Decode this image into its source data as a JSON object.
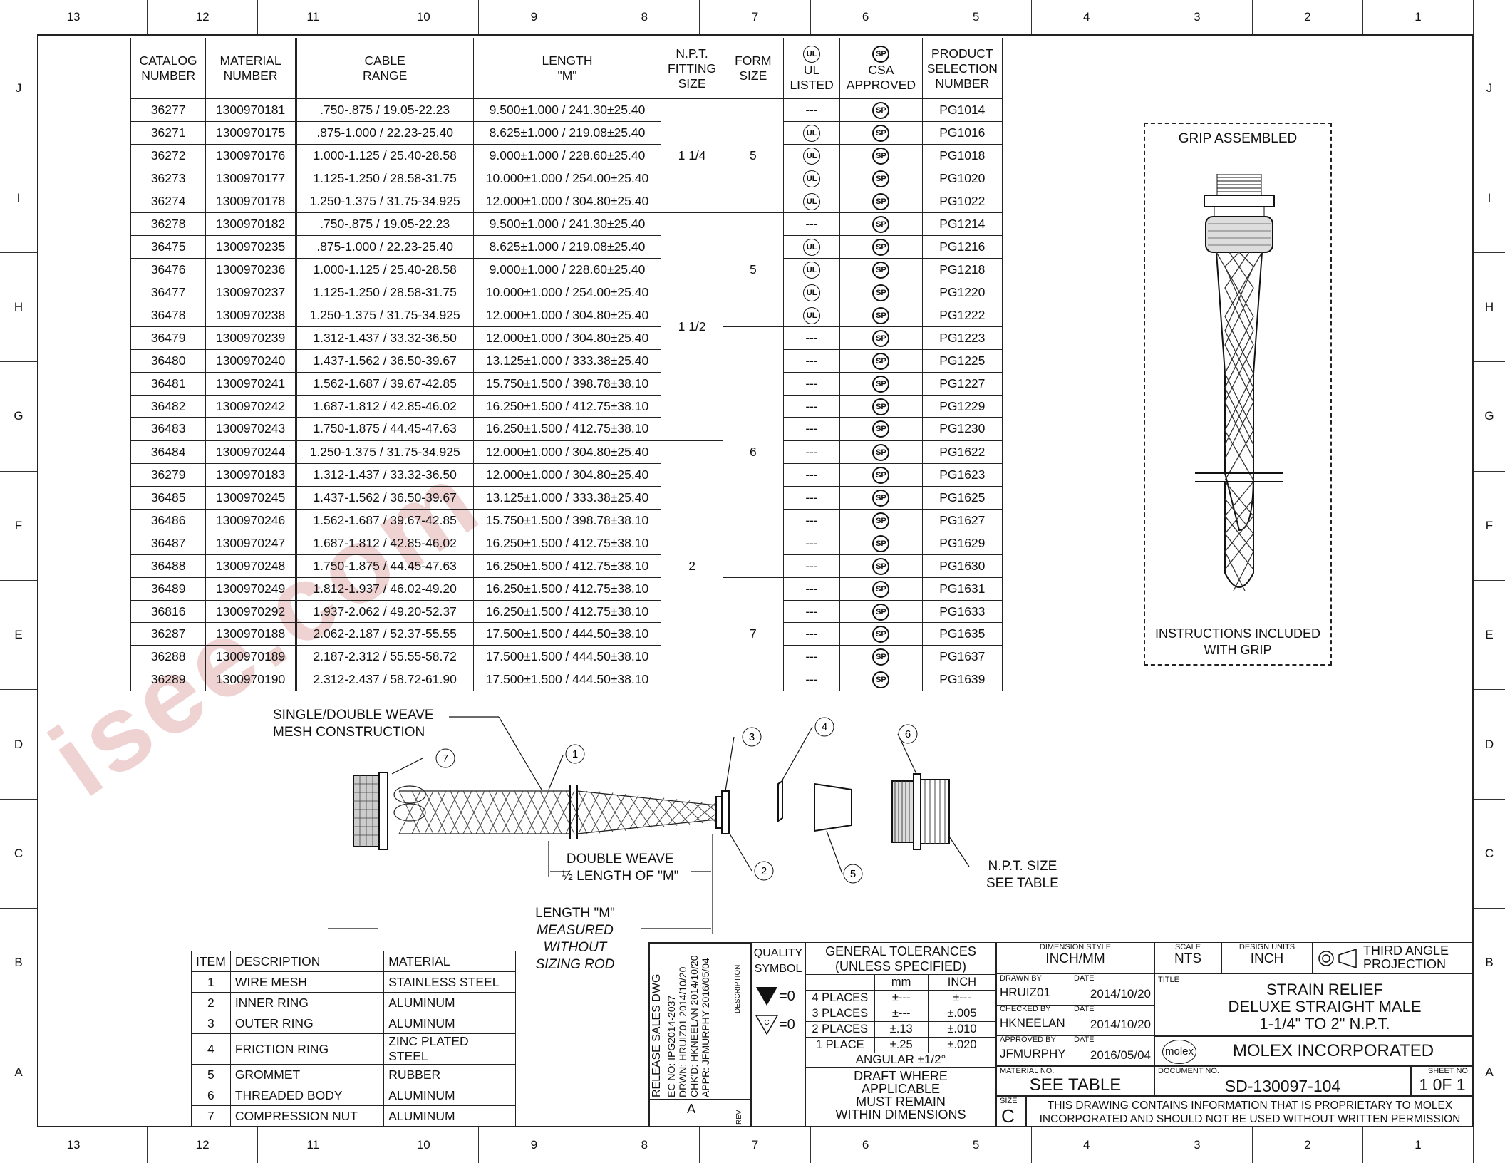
{
  "zones": {
    "columns": [
      "13",
      "12",
      "11",
      "10",
      "9",
      "8",
      "7",
      "6",
      "5",
      "4",
      "3",
      "2",
      "1"
    ],
    "rows": [
      "J",
      "I",
      "H",
      "G",
      "F",
      "E",
      "D",
      "C",
      "B",
      "A"
    ]
  },
  "catalog": {
    "headers": [
      "CATALOG NUMBER",
      "MATERIAL NUMBER",
      "CABLE RANGE",
      "LENGTH \"M\"",
      "N.P.T. FITTING SIZE",
      "FORM SIZE",
      "UL LISTED",
      "CSA APPROVED",
      "PRODUCT SELECTION NUMBER"
    ],
    "rows": [
      [
        "36277",
        "1300970181",
        ".750-.875 / 19.05-22.23",
        "9.500±1.000 / 241.30±25.40",
        "---",
        "PG1014"
      ],
      [
        "36271",
        "1300970175",
        ".875-1.000 / 22.23-25.40",
        "8.625±1.000 / 219.08±25.40",
        "UL",
        "PG1016"
      ],
      [
        "36272",
        "1300970176",
        "1.000-1.125 / 25.40-28.58",
        "9.000±1.000 / 228.60±25.40",
        "UL",
        "PG1018"
      ],
      [
        "36273",
        "1300970177",
        "1.125-1.250 / 28.58-31.75",
        "10.000±1.000 / 254.00±25.40",
        "UL",
        "PG1020"
      ],
      [
        "36274",
        "1300970178",
        "1.250-1.375 / 31.75-34.925",
        "12.000±1.000 / 304.80±25.40",
        "UL",
        "PG1022"
      ],
      [
        "36278",
        "1300970182",
        ".750-.875 / 19.05-22.23",
        "9.500±1.000 / 241.30±25.40",
        "---",
        "PG1214"
      ],
      [
        "36475",
        "1300970235",
        ".875-1.000 / 22.23-25.40",
        "8.625±1.000 / 219.08±25.40",
        "UL",
        "PG1216"
      ],
      [
        "36476",
        "1300970236",
        "1.000-1.125 / 25.40-28.58",
        "9.000±1.000 / 228.60±25.40",
        "UL",
        "PG1218"
      ],
      [
        "36477",
        "1300970237",
        "1.125-1.250 / 28.58-31.75",
        "10.000±1.000 / 254.00±25.40",
        "UL",
        "PG1220"
      ],
      [
        "36478",
        "1300970238",
        "1.250-1.375 / 31.75-34.925",
        "12.000±1.000 / 304.80±25.40",
        "UL",
        "PG1222"
      ],
      [
        "36479",
        "1300970239",
        "1.312-1.437 / 33.32-36.50",
        "12.000±1.000 / 304.80±25.40",
        "---",
        "PG1223"
      ],
      [
        "36480",
        "1300970240",
        "1.437-1.562 / 36.50-39.67",
        "13.125±1.000 / 333.38±25.40",
        "---",
        "PG1225"
      ],
      [
        "36481",
        "1300970241",
        "1.562-1.687 / 39.67-42.85",
        "15.750±1.500 / 398.78±38.10",
        "---",
        "PG1227"
      ],
      [
        "36482",
        "1300970242",
        "1.687-1.812 / 42.85-46.02",
        "16.250±1.500 / 412.75±38.10",
        "---",
        "PG1229"
      ],
      [
        "36483",
        "1300970243",
        "1.750-1.875 / 44.45-47.63",
        "16.250±1.500 / 412.75±38.10",
        "---",
        "PG1230"
      ],
      [
        "36484",
        "1300970244",
        "1.250-1.375 / 31.75-34.925",
        "12.000±1.000 / 304.80±25.40",
        "---",
        "PG1622"
      ],
      [
        "36279",
        "1300970183",
        "1.312-1.437 / 33.32-36.50",
        "12.000±1.000 / 304.80±25.40",
        "---",
        "PG1623"
      ],
      [
        "36485",
        "1300970245",
        "1.437-1.562 / 36.50-39.67",
        "13.125±1.000 / 333.38±25.40",
        "---",
        "PG1625"
      ],
      [
        "36486",
        "1300970246",
        "1.562-1.687 / 39.67-42.85",
        "15.750±1.500 / 398.78±38.10",
        "---",
        "PG1627"
      ],
      [
        "36487",
        "1300970247",
        "1.687-1.812 / 42.85-46.02",
        "16.250±1.500 / 412.75±38.10",
        "---",
        "PG1629"
      ],
      [
        "36488",
        "1300970248",
        "1.750-1.875 / 44.45-47.63",
        "16.250±1.500 / 412.75±38.10",
        "---",
        "PG1630"
      ],
      [
        "36489",
        "1300970249",
        "1.812-1.937 / 46.02-49.20",
        "16.250±1.500 / 412.75±38.10",
        "---",
        "PG1631"
      ],
      [
        "36816",
        "1300970292",
        "1.937-2.062 / 49.20-52.37",
        "16.250±1.500 / 412.75±38.10",
        "---",
        "PG1633"
      ],
      [
        "36287",
        "1300970188",
        "2.062-2.187 / 52.37-55.55",
        "17.500±1.500 / 444.50±38.10",
        "---",
        "PG1635"
      ],
      [
        "36288",
        "1300970189",
        "2.187-2.312 / 55.55-58.72",
        "17.500±1.500 / 444.50±38.10",
        "---",
        "PG1637"
      ],
      [
        "36289",
        "1300970190",
        "2.312-2.437 / 58.72-61.90",
        "17.500±1.500 / 444.50±38.10",
        "---",
        "PG1639"
      ]
    ],
    "npt_groups": [
      {
        "label": "1 1/4",
        "span": 5
      },
      {
        "label": "1 1/2",
        "span": 10
      },
      {
        "label": "2",
        "span": 11
      }
    ],
    "form_groups": [
      {
        "label": "5",
        "span": 5
      },
      {
        "label": "5",
        "span": 5
      },
      {
        "label": "6",
        "span": 11
      },
      {
        "label": "7",
        "span": 5
      }
    ]
  },
  "grip": {
    "title": "GRIP ASSEMBLED",
    "note_line1": "INSTRUCTIONS INCLUDED",
    "note_line2": "WITH GRIP"
  },
  "labels": {
    "weave_line1": "SINGLE/DOUBLE WEAVE",
    "weave_line2": "MESH CONSTRUCTION",
    "double_line1": "DOUBLE WEAVE",
    "double_line2": "½ LENGTH OF \"M\"",
    "length_line1": "LENGTH \"M\"",
    "length_line2": "MEASURED WITHOUT",
    "length_line3": "SIZING ROD",
    "npt_line1": "N.P.T. SIZE",
    "npt_line2": "SEE TABLE",
    "balloons": [
      "1",
      "2",
      "3",
      "4",
      "5",
      "6",
      "7"
    ]
  },
  "bom": {
    "headers": [
      "ITEM",
      "DESCRIPTION",
      "MATERIAL"
    ],
    "rows": [
      [
        "1",
        "WIRE MESH",
        "STAINLESS STEEL"
      ],
      [
        "2",
        "INNER RING",
        "ALUMINUM"
      ],
      [
        "3",
        "OUTER RING",
        "ALUMINUM"
      ],
      [
        "4",
        "FRICTION RING",
        "ZINC PLATED STEEL"
      ],
      [
        "5",
        "GROMMET",
        "RUBBER"
      ],
      [
        "6",
        "THREADED BODY",
        "ALUMINUM"
      ],
      [
        "7",
        "COMPRESSION NUT",
        "ALUMINUM"
      ]
    ]
  },
  "revision": {
    "lines": [
      "RELEASE SALES DWG",
      "EC NO: IPG2014-2037",
      "DRWN: HRUIZ01 2014/10/20",
      "CHK'D: HKNEELAN 2014/10/20",
      "APPR: JFMURPHY 2016/05/04"
    ],
    "description_label": "DESCRIPTION",
    "rev_label": "REV",
    "rev_value": "A"
  },
  "titleblock": {
    "quality_symbol": "QUALITY SYMBOL",
    "sym1": "=0",
    "sym2": "=0",
    "tol_title1": "GENERAL TOLERANCES",
    "tol_title2": "(UNLESS SPECIFIED)",
    "tol_headers": [
      "mm",
      "INCH"
    ],
    "tol_rows": [
      [
        "4 PLACES",
        "±---",
        "±---"
      ],
      [
        "3 PLACES",
        "±---",
        "±.005"
      ],
      [
        "2 PLACES",
        "±.13",
        "±.010"
      ],
      [
        "1 PLACE",
        "±.25",
        "±.020"
      ]
    ],
    "angular": "ANGULAR ±1/2°",
    "draft1": "DRAFT WHERE",
    "draft2": "APPLICABLE",
    "draft3": "MUST REMAIN",
    "draft4": "WITHIN DIMENSIONS",
    "dim_style_label": "DIMENSION STYLE",
    "dim_style": "INCH/MM",
    "scale_label": "SCALE",
    "scale": "NTS",
    "units_label": "DESIGN UNITS",
    "units": "INCH",
    "projection1": "THIRD ANGLE",
    "projection2": "PROJECTION",
    "drawn_by_label": "DRAWN BY",
    "drawn_by": "HRUIZ01",
    "drawn_date": "2014/10/20",
    "checked_by_label": "CHECKED BY",
    "checked_by": "HKNEELAN",
    "checked_date": "2014/10/20",
    "approved_by_label": "APPROVED BY",
    "approved_by": "JFMURPHY",
    "approved_date": "2016/05/04",
    "date_label": "DATE",
    "title_label": "TITLE",
    "title1": "STRAIN RELIEF",
    "title2": "DELUXE STRAIGHT MALE",
    "title3": "1-1/4\" TO 2\" N.P.T.",
    "logo": "molex",
    "company": "MOLEX INCORPORATED",
    "material_label": "MATERIAL NO.",
    "material": "SEE TABLE",
    "document_label": "DOCUMENT NO.",
    "document": "SD-130097-104",
    "sheet_label": "SHEET NO.",
    "sheet": "1 0F 1",
    "size_label": "SIZE",
    "size": "C",
    "proprietary1": "THIS DRAWING CONTAINS INFORMATION THAT IS PROPRIETARY TO MOLEX",
    "proprietary2": "INCORPORATED AND SHOULD NOT BE USED WITHOUT WRITTEN PERMISSION"
  },
  "watermark": "isee.com"
}
